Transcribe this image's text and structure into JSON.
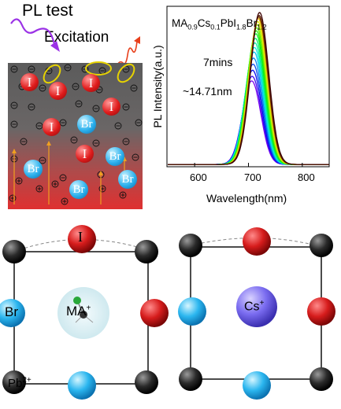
{
  "figure": {
    "left_panel": {
      "title": "PL test",
      "subtitle": "Excitation",
      "film_ions": {
        "iodide_label": "I",
        "bromide_label": "Br"
      }
    },
    "bottom_left": {
      "site_top": "I",
      "site_left": "Br",
      "site_center": "MA",
      "site_center_sup": "+",
      "site_corner": "Pb",
      "site_corner_sup": "2+"
    },
    "bottom_right": {
      "site_center": "Cs",
      "site_center_sup": "+"
    }
  },
  "chart_data": {
    "type": "line",
    "title_parts": {
      "a": "MA",
      "a_sub": "0.9",
      "b": "Cs",
      "b_sub": "0.1",
      "c": "PbI",
      "c_sub": "1.8",
      "d": "Br",
      "d_sub": "1.2"
    },
    "annotation_time": "7mins",
    "annotation_shift": "~14.71nm",
    "xlabel": "Wavelength(nm)",
    "ylabel": "PL Intensity(a.u.)",
    "xlim": [
      550,
      850
    ],
    "xticks": [
      600,
      700,
      800
    ],
    "ylim": [
      0,
      1.05
    ],
    "peak_start": 706,
    "peak_end": 720.7,
    "fwhm": 40,
    "series_count": 18,
    "amplitudes": [
      0.55,
      0.58,
      0.62,
      0.66,
      0.7,
      0.74,
      0.77,
      0.8,
      0.83,
      0.86,
      0.88,
      0.9,
      0.92,
      0.94,
      0.96,
      0.97,
      0.98,
      1.0
    ]
  }
}
